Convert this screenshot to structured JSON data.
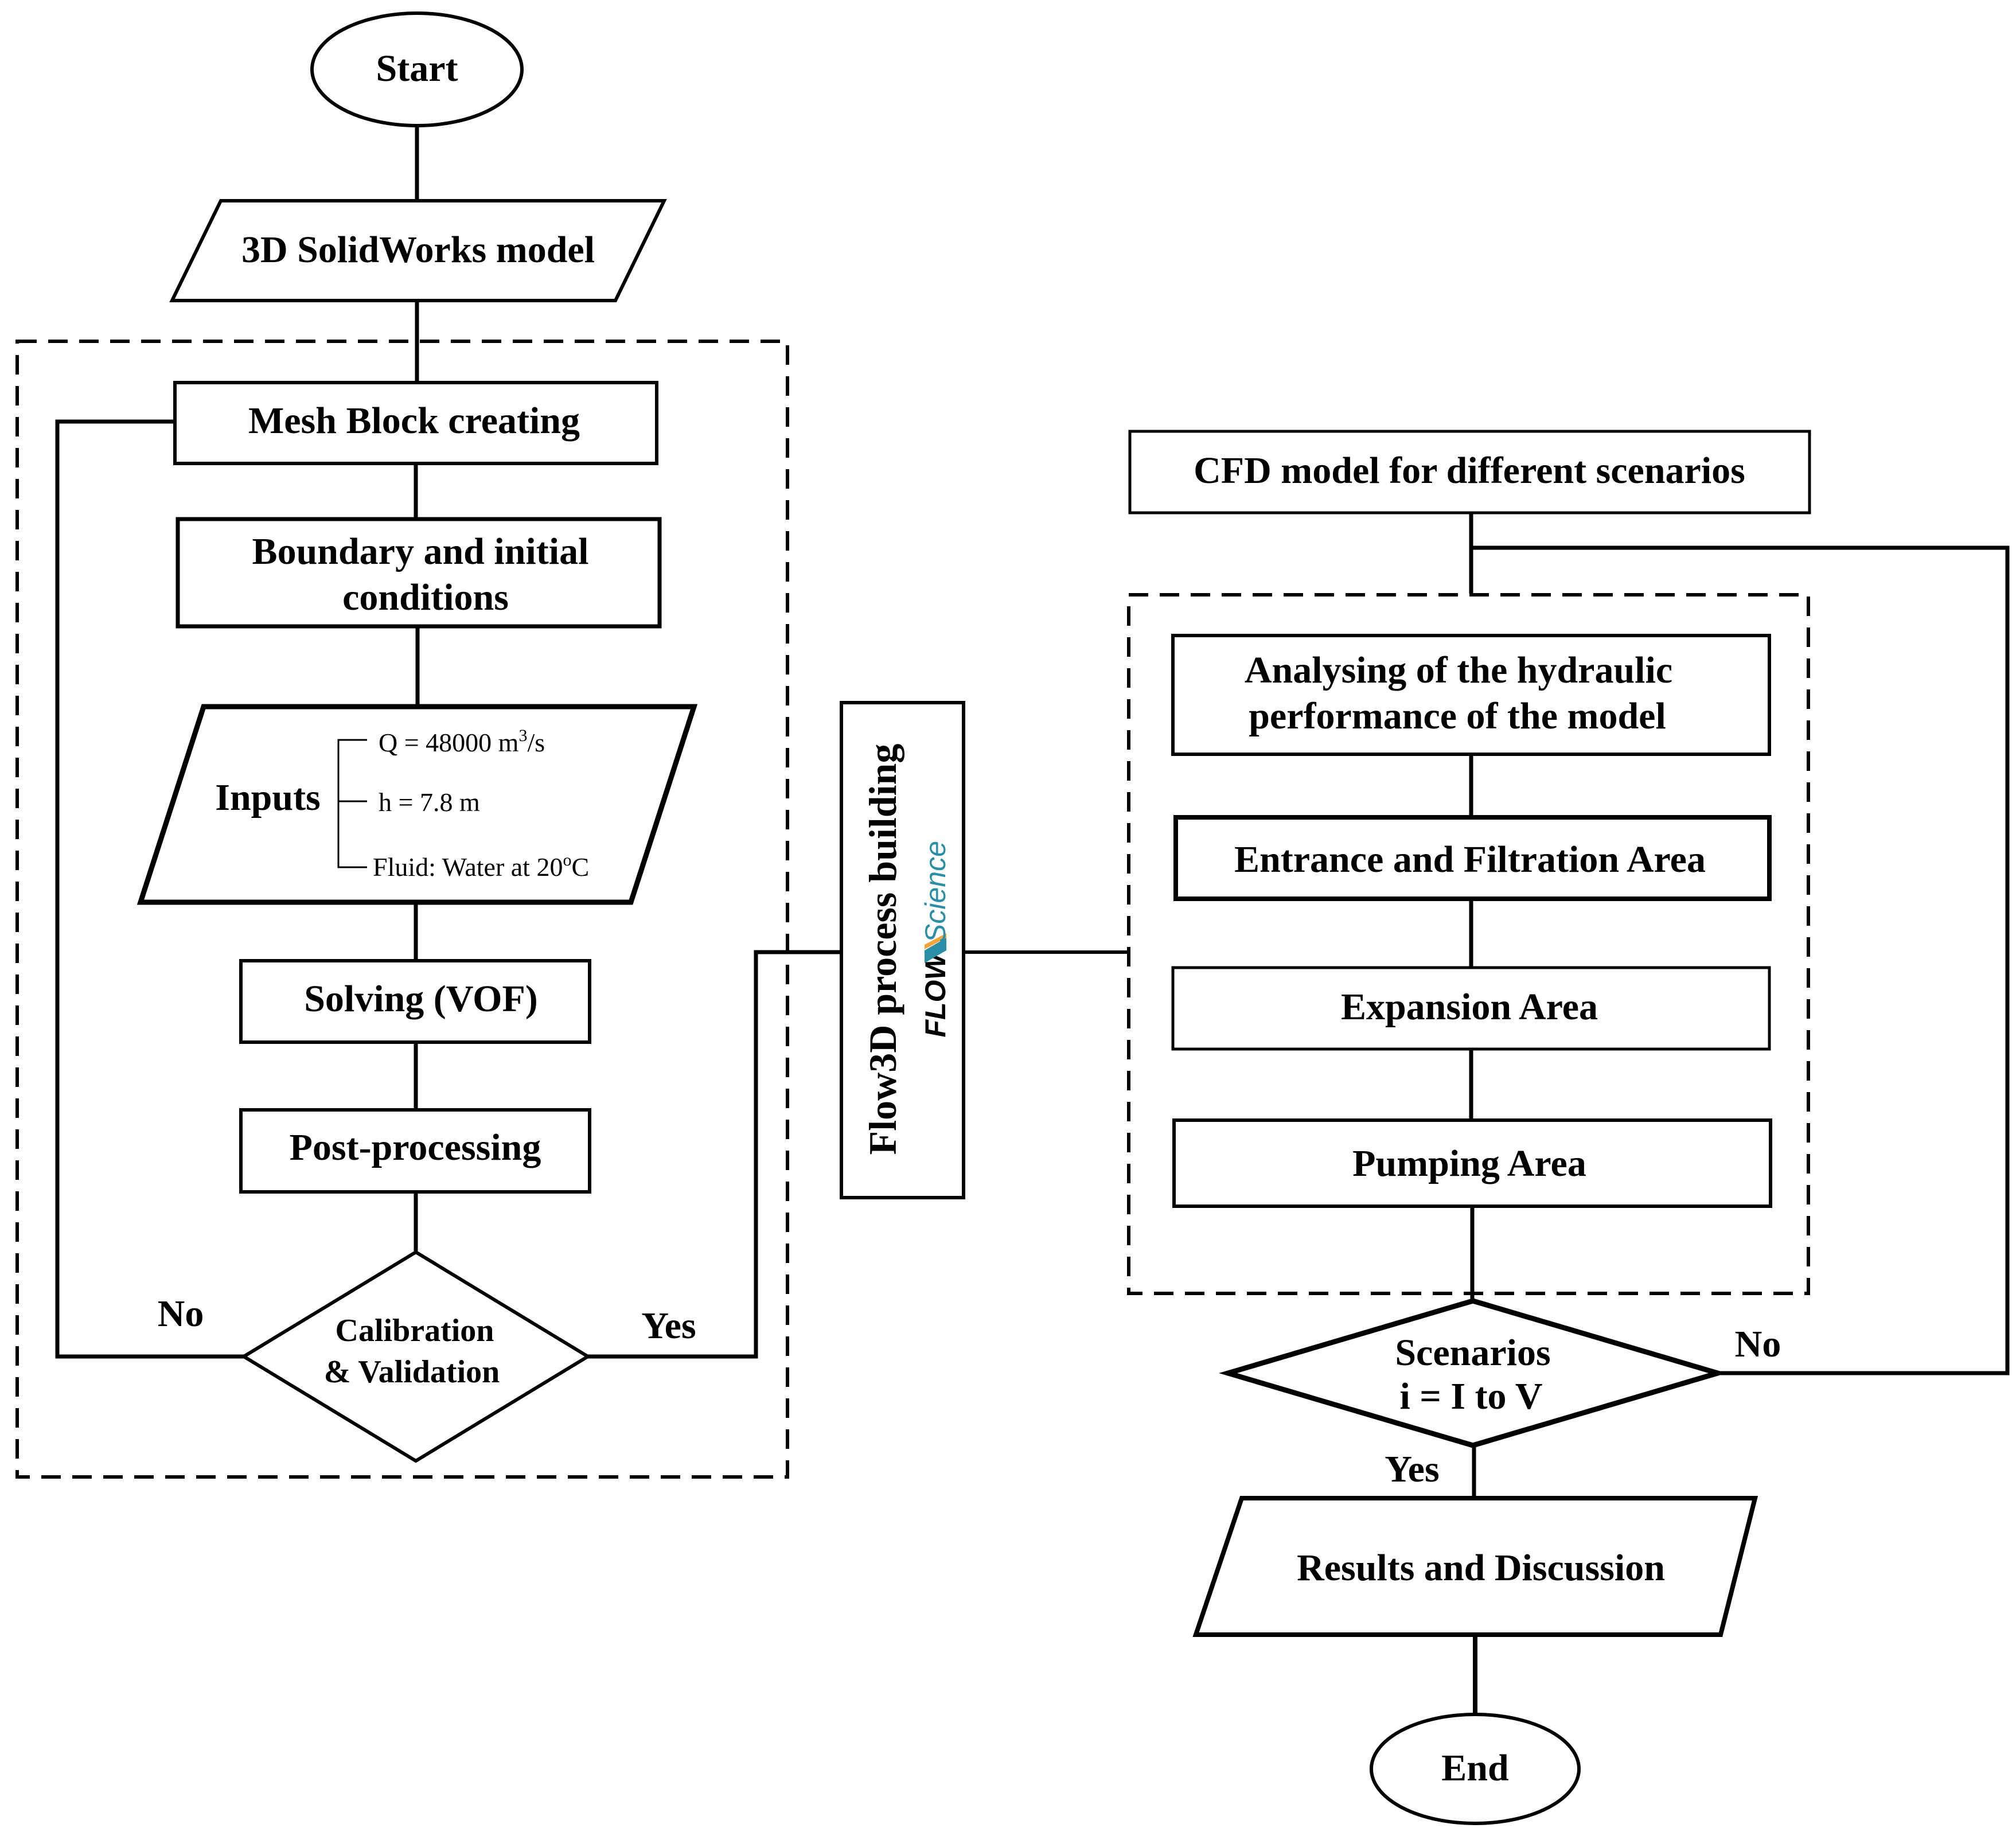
{
  "nodes": {
    "start": "Start",
    "solidworks": "3D SolidWorks model",
    "mesh": "Mesh Block creating",
    "boundary_line1": "Boundary and initial",
    "boundary_line2": "conditions",
    "inputs": "Inputs",
    "input_q_prefix": "Q = 48000 m",
    "input_q_sup": "3",
    "input_q_suffix": "/s",
    "input_h": "h = 7.8 m",
    "input_fluid_prefix": "Fluid: Water at 20",
    "input_fluid_sup": "o",
    "input_fluid_suffix": "C",
    "solving": "Solving (VOF)",
    "post": "Post-processing",
    "calib_line1": "Calibration",
    "calib_line2": "& Validation",
    "flow3d": "Flow3D process building",
    "cfd": "CFD model for different scenarios",
    "analysing_line1": "Analysing of the hydraulic",
    "analysing_line2": "performance of the model",
    "entrance": "Entrance and Filtration Area",
    "expansion": "Expansion Area",
    "pumping": "Pumping Area",
    "scen_line1": "Scenarios",
    "scen_line2": "i = I to V",
    "results": "Results and Discussion",
    "end": "End"
  },
  "edges": {
    "no_left": "No",
    "yes_left": "Yes",
    "no_right": "No",
    "yes_right": "Yes"
  },
  "logo": {
    "flow": "FLOW",
    "science": "Science",
    "accent_color": "#f2a33a",
    "teal_color": "#2a8fa6"
  }
}
